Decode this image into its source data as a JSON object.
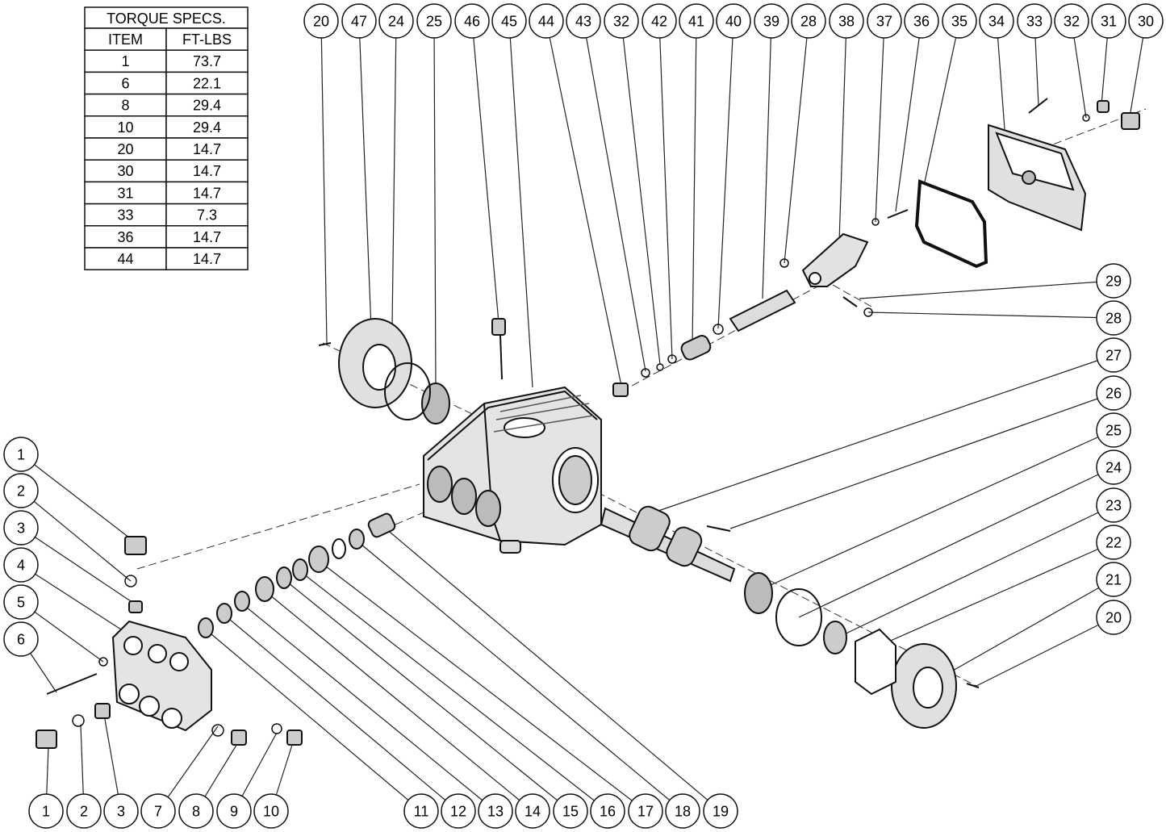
{
  "torque_table": {
    "title": "TORQUE SPECS.",
    "headers": [
      "ITEM",
      "FT-LBS"
    ],
    "rows": [
      [
        "1",
        "73.7"
      ],
      [
        "6",
        "22.1"
      ],
      [
        "8",
        "29.4"
      ],
      [
        "10",
        "29.4"
      ],
      [
        "20",
        "14.7"
      ],
      [
        "30",
        "14.7"
      ],
      [
        "31",
        "14.7"
      ],
      [
        "33",
        "7.3"
      ],
      [
        "36",
        "14.7"
      ],
      [
        "44",
        "14.7"
      ]
    ]
  },
  "callouts": {
    "top": [
      "20",
      "47",
      "24",
      "25",
      "46",
      "45",
      "44",
      "43",
      "32",
      "42",
      "41",
      "40",
      "39",
      "28",
      "38",
      "37",
      "36",
      "35",
      "34",
      "33",
      "32",
      "31",
      "30"
    ],
    "bottom": [
      "1",
      "2",
      "3",
      "7",
      "8",
      "9",
      "10",
      "11",
      "12",
      "13",
      "14",
      "15",
      "16",
      "17",
      "18",
      "19"
    ],
    "left": [
      "1",
      "2",
      "3",
      "4",
      "5",
      "6"
    ],
    "right": [
      "29",
      "28",
      "27",
      "26",
      "25",
      "24",
      "23",
      "22",
      "21",
      "20"
    ]
  }
}
